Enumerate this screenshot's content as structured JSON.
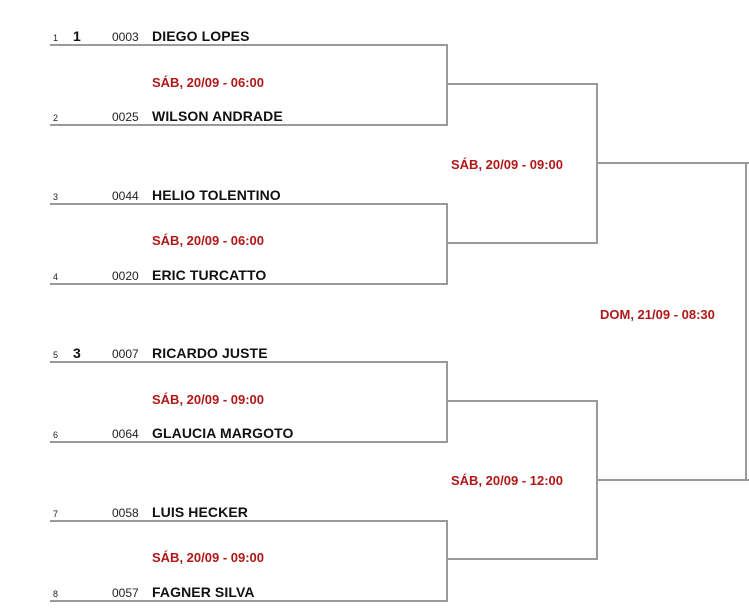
{
  "players": [
    {
      "pos": "1",
      "seed": "1",
      "code": "0003",
      "name": "DIEGO LOPES"
    },
    {
      "pos": "2",
      "seed": "",
      "code": "0025",
      "name": "WILSON ANDRADE"
    },
    {
      "pos": "3",
      "seed": "",
      "code": "0044",
      "name": "HELIO TOLENTINO"
    },
    {
      "pos": "4",
      "seed": "",
      "code": "0020",
      "name": "ERIC TURCATTO"
    },
    {
      "pos": "5",
      "seed": "3",
      "code": "0007",
      "name": "RICARDO JUSTE"
    },
    {
      "pos": "6",
      "seed": "",
      "code": "0064",
      "name": "GLAUCIA MARGOTO"
    },
    {
      "pos": "7",
      "seed": "",
      "code": "0058",
      "name": "LUIS HECKER"
    },
    {
      "pos": "8",
      "seed": "",
      "code": "0057",
      "name": "FAGNER SILVA"
    }
  ],
  "round1": [
    {
      "time": "SÁB, 20/09 - 06:00"
    },
    {
      "time": "SÁB, 20/09 - 06:00"
    },
    {
      "time": "SÁB, 20/09 - 09:00"
    },
    {
      "time": "SÁB, 20/09 - 09:00"
    }
  ],
  "round2": [
    {
      "time": "SÁB, 20/09 - 09:00"
    },
    {
      "time": "SÁB, 20/09 - 12:00"
    }
  ],
  "final": {
    "time": "DOM, 21/09 - 08:30"
  },
  "colors": {
    "line": "#9a9a9a",
    "match_time": "#b01818"
  }
}
